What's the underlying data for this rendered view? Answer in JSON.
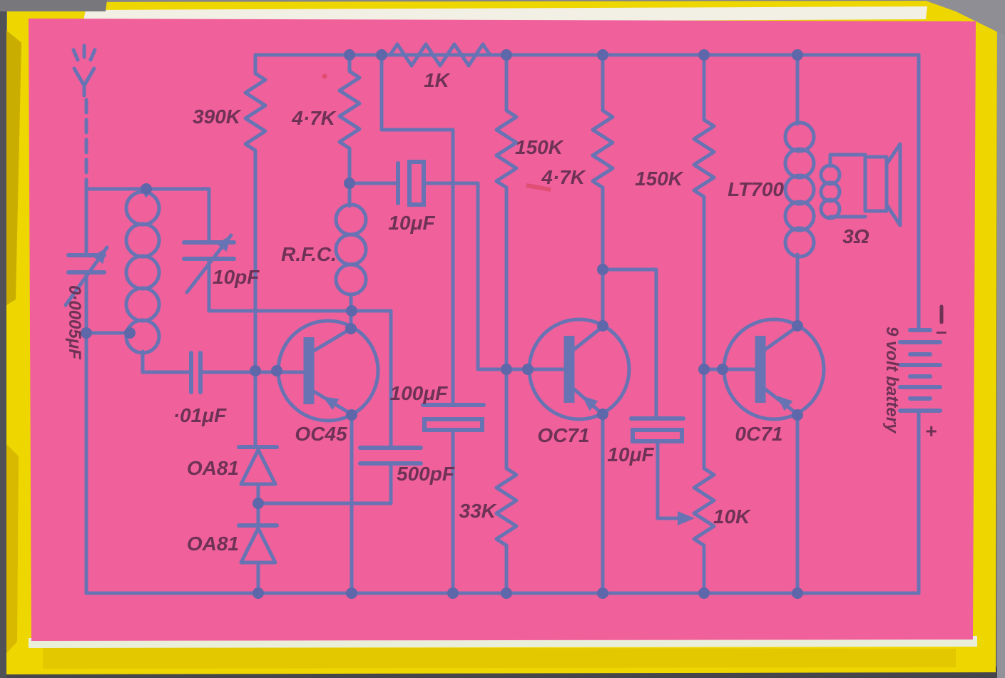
{
  "colors": {
    "page_pink": "#f0609a",
    "ink_blue": "#6873b4",
    "junction_dot": "#5d67a9",
    "label_plum": "#6e3257",
    "cover_yellow": "#eed600",
    "cover_yellow_shade": "#c9ad00",
    "page_edge_cream": "#f2efe4",
    "photo_gray_top": "#808087",
    "photo_gray_bottom": "#45454b"
  },
  "schematic": {
    "labels": {
      "r_390k": "390K",
      "r_4k7_a": "4·7K",
      "r_1k": "1K",
      "r_150k_a": "150K",
      "r_4k7_b": "4·7K",
      "r_150k_b": "150K",
      "r_33k": "33K",
      "r_10k_pot": "10K",
      "c_tuning": "0·0005μF",
      "c_trimmer": "10pF",
      "c_coupling": "·01μF",
      "c_10uf_a": "10μF",
      "c_100uf": "100μF",
      "c_500pf": "500pF",
      "c_10uf_b": "10μF",
      "rfc": "R.F.C.",
      "d_oa81_a": "OA81",
      "d_oa81_b": "OA81",
      "tr_oc45": "OC45",
      "tr_oc71_a": "OC71",
      "tr_oc71_b": "0C71",
      "transformer": "LT700",
      "speaker_impedance": "3Ω",
      "battery": "9 volt battery",
      "battery_minus": "–",
      "battery_plus": "+"
    }
  }
}
